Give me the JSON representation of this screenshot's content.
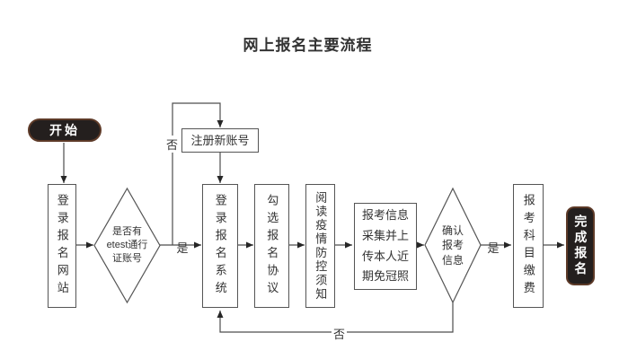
{
  "title": "网上报名主要流程",
  "flowchart": {
    "nodes": {
      "start": "开始",
      "login_site": "登录报名网站",
      "has_etest_account": "是否有\netest通行\n证账号",
      "register_new_account": "注册新账号",
      "login_system": "登录报名系统",
      "check_agreement": "勾选报名协议",
      "read_notice": "阅读疫情防控须知",
      "collect_info": "报考信息\n采集并上\n传本人近\n期免冠照",
      "confirm_info": "确认\n报考\n信息",
      "pay_fee": "报考科目缴费",
      "finish": "完成报名"
    },
    "edge_labels": {
      "has_account_yes": "是",
      "has_account_no": "否",
      "confirm_yes": "是",
      "confirm_no": "否"
    },
    "colors": {
      "line": "#4d4d4d",
      "box_border": "#555555",
      "text": "#333333",
      "terminal_fill": "#241f1e",
      "terminal_border": "#5d3a28",
      "terminal_text": "#ffffff",
      "background": "#ffffff"
    }
  }
}
